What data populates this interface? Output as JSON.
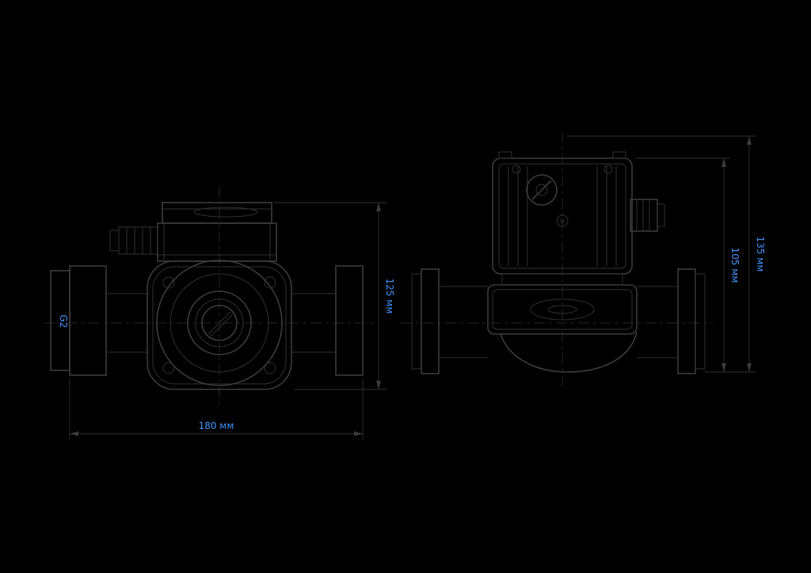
{
  "colors": {
    "background": "#000000",
    "line": "#2f2f2f",
    "dimension_text": "#3f8ef0"
  },
  "front_view": {
    "thread_label": "G2",
    "width_dimension": "180 мм",
    "height_dimension": "125 мм"
  },
  "side_view": {
    "inner_height_dimension": "105 мм",
    "outer_height_dimension": "135 мм"
  }
}
